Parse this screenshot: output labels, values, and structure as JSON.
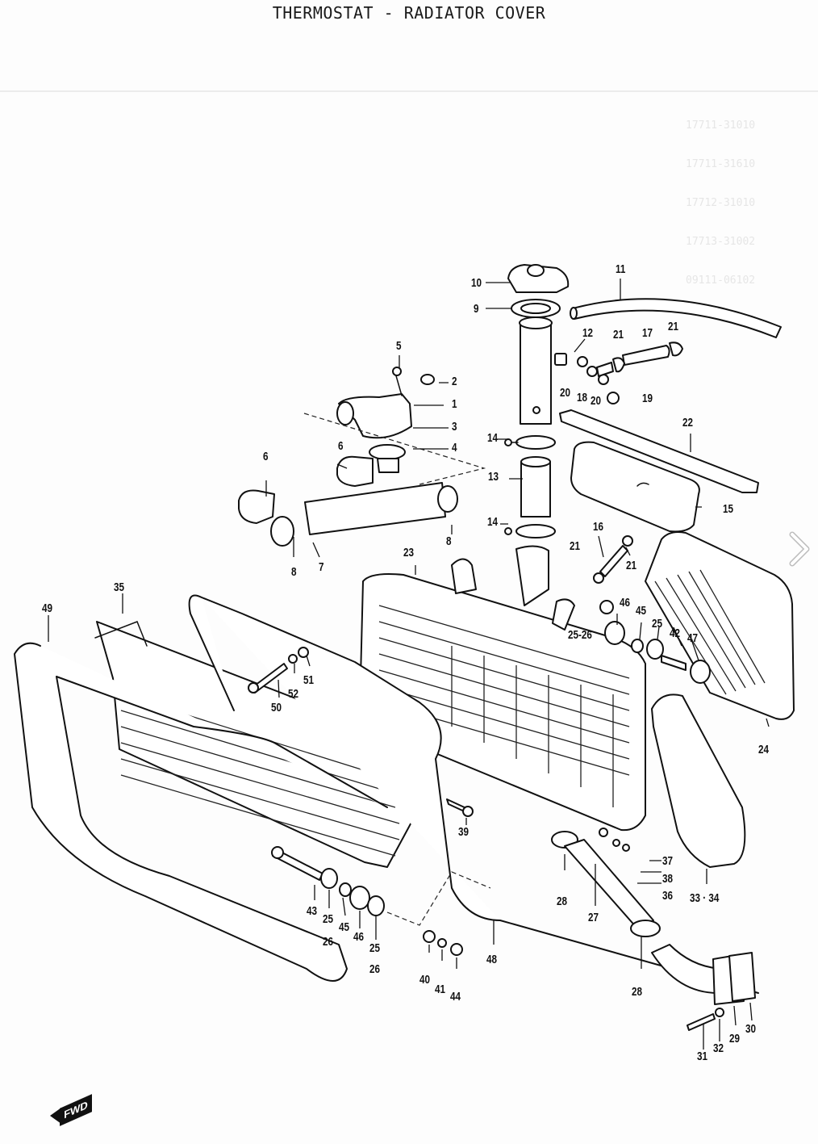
{
  "page": {
    "title": "THERMOSTAT - RADIATOR COVER",
    "background_table_ghost": [
      "17711-31010",
      "17711-31610",
      "17712-31010",
      "17713-31002",
      "09111-06102"
    ]
  },
  "navigation": {
    "next_icon": "chevron-right-icon"
  },
  "orientation": {
    "label": "FWD",
    "icon": "forward-arrow-icon"
  },
  "callouts": {
    "c1": "1",
    "c2": "2",
    "c3": "3",
    "c4": "4",
    "c5": "5",
    "c6a": "6",
    "c6b": "6",
    "c7": "7",
    "c8a": "8",
    "c8b": "8",
    "c9": "9",
    "c10": "10",
    "c11": "11",
    "c12": "12",
    "c13": "13",
    "c14a": "14",
    "c14b": "14",
    "c15": "15",
    "c16": "16",
    "c17": "17",
    "c18": "18",
    "c19": "19",
    "c20a": "20",
    "c20b": "20",
    "c21a": "21",
    "c21b": "21",
    "c21c": "21",
    "c21d": "21",
    "c22": "22",
    "c23": "23",
    "c24": "24",
    "c25_26a": "25-26",
    "c25a": "25",
    "c42": "42",
    "c45a": "45",
    "c46a": "46",
    "c47": "47",
    "c27": "27",
    "c28a": "28",
    "c28b": "28",
    "c29": "29",
    "c30": "30",
    "c31": "31",
    "c32": "32",
    "c33_34": "33 · 34",
    "c35": "35",
    "c36": "36",
    "c37": "37",
    "c38": "38",
    "c39": "39",
    "c40": "40",
    "c41": "41",
    "c43": "43",
    "c44": "44",
    "c25b": "25",
    "c26b": "26",
    "c45b": "45",
    "c46b": "46",
    "c25c": "25",
    "c26c": "26",
    "c48": "48",
    "c49": "49",
    "c50": "50",
    "c51": "51",
    "c52": "52"
  }
}
